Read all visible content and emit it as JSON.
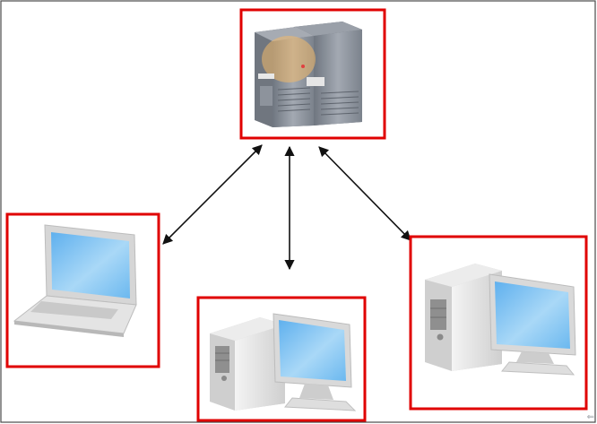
{
  "diagram": {
    "nodes": [
      {
        "id": "server",
        "icon": "server-rack-icon"
      },
      {
        "id": "laptop",
        "icon": "laptop-icon"
      },
      {
        "id": "desktop-center",
        "icon": "desktop-computer-icon"
      },
      {
        "id": "desktop-right",
        "icon": "desktop-computer-icon"
      }
    ],
    "links": [
      {
        "from": "server",
        "to": "laptop",
        "direction": "bidirectional"
      },
      {
        "from": "server",
        "to": "desktop-center",
        "direction": "bidirectional"
      },
      {
        "from": "server",
        "to": "desktop-right",
        "direction": "bidirectional"
      }
    ],
    "colors": {
      "highlight_border": "#e00000",
      "arrow": "#111111",
      "outer_border": "#4a4a4a",
      "screen": "#7ec2f2",
      "device_body": "#d9d9d9",
      "server_body": "#8a909a"
    }
  },
  "corner_glyph": "⇐"
}
